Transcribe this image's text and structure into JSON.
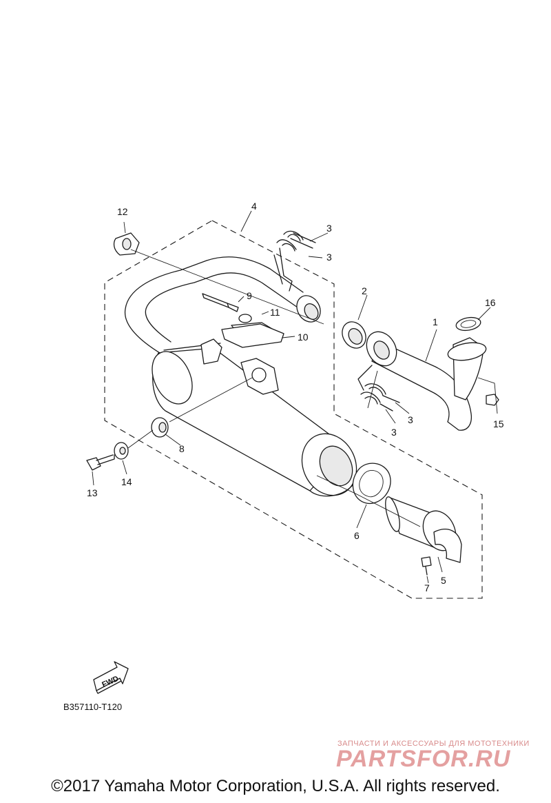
{
  "diagram": {
    "callouts": [
      "1",
      "2",
      "3",
      "3",
      "3",
      "3",
      "4",
      "5",
      "6",
      "7",
      "8",
      "9",
      "10",
      "11",
      "12",
      "13",
      "14",
      "15",
      "16"
    ],
    "fwd_label": "FWD",
    "diagram_code": "B357110-T120"
  },
  "watermark": {
    "tagline": "ЗАПЧАСТИ И АКСЕССУАРЫ ДЛЯ МОТОТЕХНИКИ",
    "brand": "PARTSFOR.RU"
  },
  "copyright": "©2017 Yamaha Motor Corporation, U.S.A. All rights reserved."
}
